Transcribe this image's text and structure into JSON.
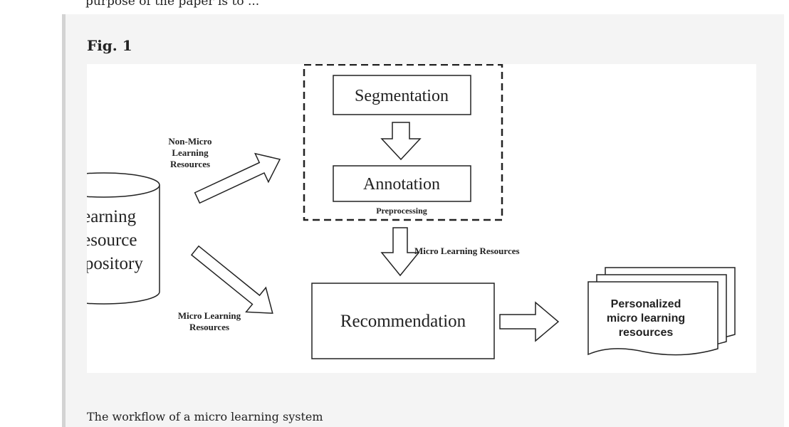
{
  "page": {
    "cutoff_line": "purpose of the paper is to ..."
  },
  "figure": {
    "label": "Fig. 1",
    "caption": "The workflow of a micro learning system"
  },
  "diagram": {
    "repository_lines": [
      "Learning",
      "Resource",
      "Repository"
    ],
    "non_micro_label_lines": [
      "Non-Micro",
      "Learning",
      "Resources"
    ],
    "micro_label_lines": [
      "Micro Learning",
      "Resources"
    ],
    "segmentation": "Segmentation",
    "annotation": "Annotation",
    "preprocessing": "Preprocessing",
    "micro_output_label": "Micro Learning Resources",
    "recommendation": "Recommendation",
    "output_lines": [
      "Personalized",
      "micro learning",
      "resources"
    ]
  }
}
